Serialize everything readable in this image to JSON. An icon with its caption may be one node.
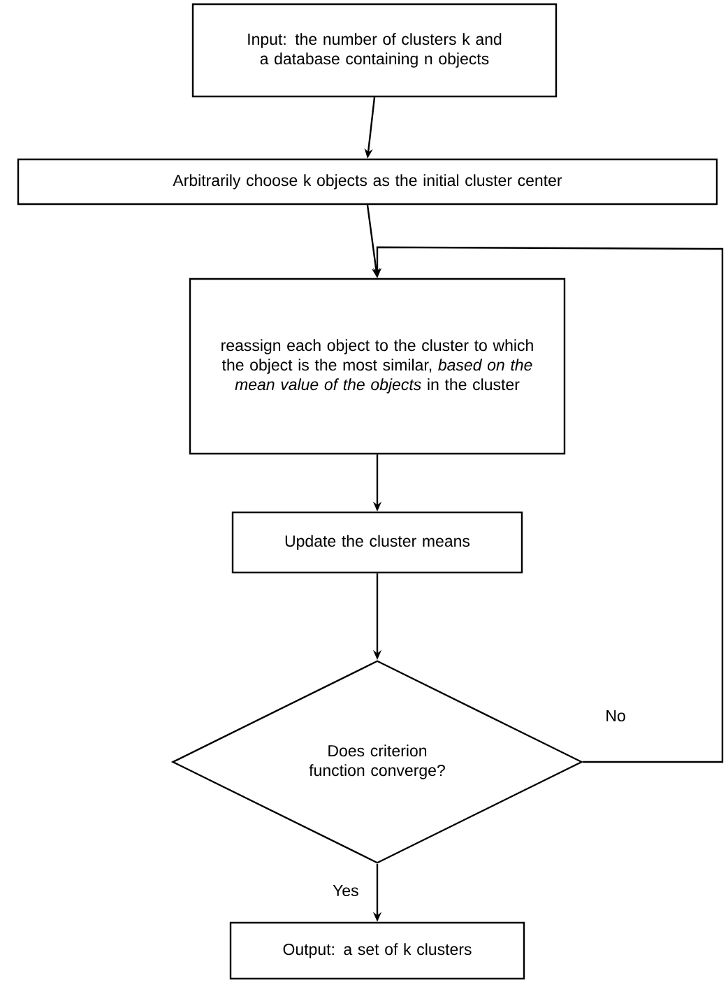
{
  "diagram": {
    "nodes": [
      {
        "text": [
          "Input: the number of clusters k and a database containing n objects"
        ]
      },
      {
        "text": [
          "Arbitrarily choose k objects as the initial cluster center"
        ]
      },
      {
        "text": [
          "reassign each object to the cluster to which the object is the most similar, *based on the mean value of the objects* in the cluster"
        ]
      },
      {
        "text": [
          "Update the cluster means"
        ]
      },
      {
        "text": [
          "Does criterion function converge?"
        ]
      },
      {
        "text": [
          "Output: a set of k clusters"
        ]
      }
    ],
    "edges": [
      {
        "from": 0,
        "to": 1,
        "arrow": "to"
      },
      {
        "from": 1,
        "to": 2,
        "arrow": "to"
      },
      {
        "from": 2,
        "to": 3,
        "arrow": "to"
      },
      {
        "from": 3,
        "to": 4,
        "arrow": "to"
      },
      {
        "from": 4,
        "to": 5,
        "label": "Yes",
        "arrow": "to"
      },
      {
        "from": 4,
        "to": 2,
        "label": "No",
        "arrow": "to"
      }
    ]
  }
}
